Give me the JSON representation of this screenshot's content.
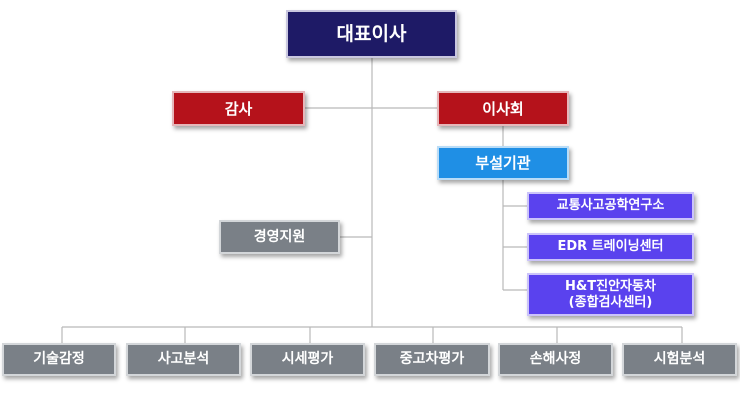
{
  "org": {
    "ceo": "대표이사",
    "audit": "감사",
    "board": "이사회",
    "affiliated": "부설기관",
    "affiliated_units": [
      {
        "line1": "교통사고공학연구소"
      },
      {
        "line1": "EDR 트레이닝센터"
      },
      {
        "line1": "H&T진안자동차",
        "line2": "(종합검사센터)"
      }
    ],
    "support": "경영지원",
    "departments": [
      "기술감정",
      "사고분석",
      "시세평가",
      "중고차평가",
      "손해사정",
      "시험분석"
    ]
  },
  "colors": {
    "ceo": "#1e1a66",
    "red": "#b5121b",
    "blue": "#1f8fe5",
    "purple": "#5a42ee",
    "gray": "#7a8087",
    "line": "#b9b9b9"
  }
}
